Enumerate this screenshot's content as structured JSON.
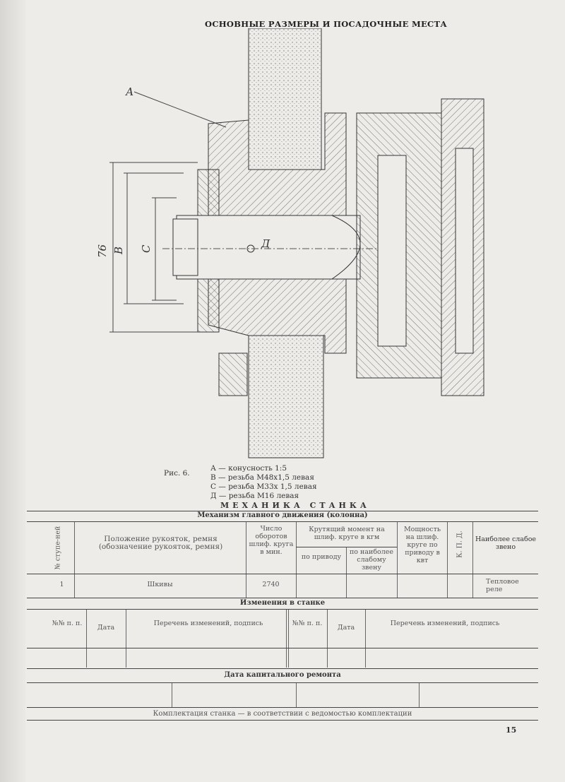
{
  "page_title": "ОСНОВНЫЕ РАЗМЕРЫ И ПОСАДОЧНЫЕ МЕСТА",
  "figure": {
    "labels": {
      "a": "А",
      "dim76": "76",
      "b": "В",
      "c": "С",
      "d": "Д"
    },
    "caption_ref": "Рис. 6.",
    "legend": [
      "А — конусность 1:5",
      "В — резьба М48х1,5 левая",
      "С — резьба М33х 1,5 левая",
      "Д — резьба М16 левая"
    ]
  },
  "section_title": "МЕХАНИКА СТАНКА",
  "main_motion": {
    "title": "Механизм главного движения (колонна)",
    "headers": {
      "step_no": "№ ступе-ней",
      "position": "Положение рукояток, ремня (обозначение рукояток, ремня)",
      "rpm": "Число оборотов шлиф. круга в мин.",
      "torque": "Крутящий момент на шлиф. круге в кгм",
      "torque_drive": "по приводу",
      "torque_weak": "по наиболее слабому звену",
      "power": "Мощность на шлиф. круге по приводу в квт",
      "efficiency": "К. П. Д.",
      "weakest": "Наиболее слабое звено"
    },
    "rows": [
      {
        "step_no": "1",
        "position": "Шкивы",
        "rpm": "2740",
        "torque_drive": "",
        "torque_weak": "",
        "power": "",
        "efficiency": "",
        "weakest": "Тепловое реле"
      }
    ]
  },
  "changes": {
    "title": "Изменения в станке",
    "headers": [
      "№№ п. п.",
      "Дата",
      "Перечень изменений, подпись",
      "№№ п. п.",
      "Дата",
      "Перечень изменений, подпись"
    ]
  },
  "overhaul": {
    "title": "Дата капитального ремонта"
  },
  "completeness": "Комплектация станка — в соответствии с ведомостью комплектации",
  "page_number": "15"
}
